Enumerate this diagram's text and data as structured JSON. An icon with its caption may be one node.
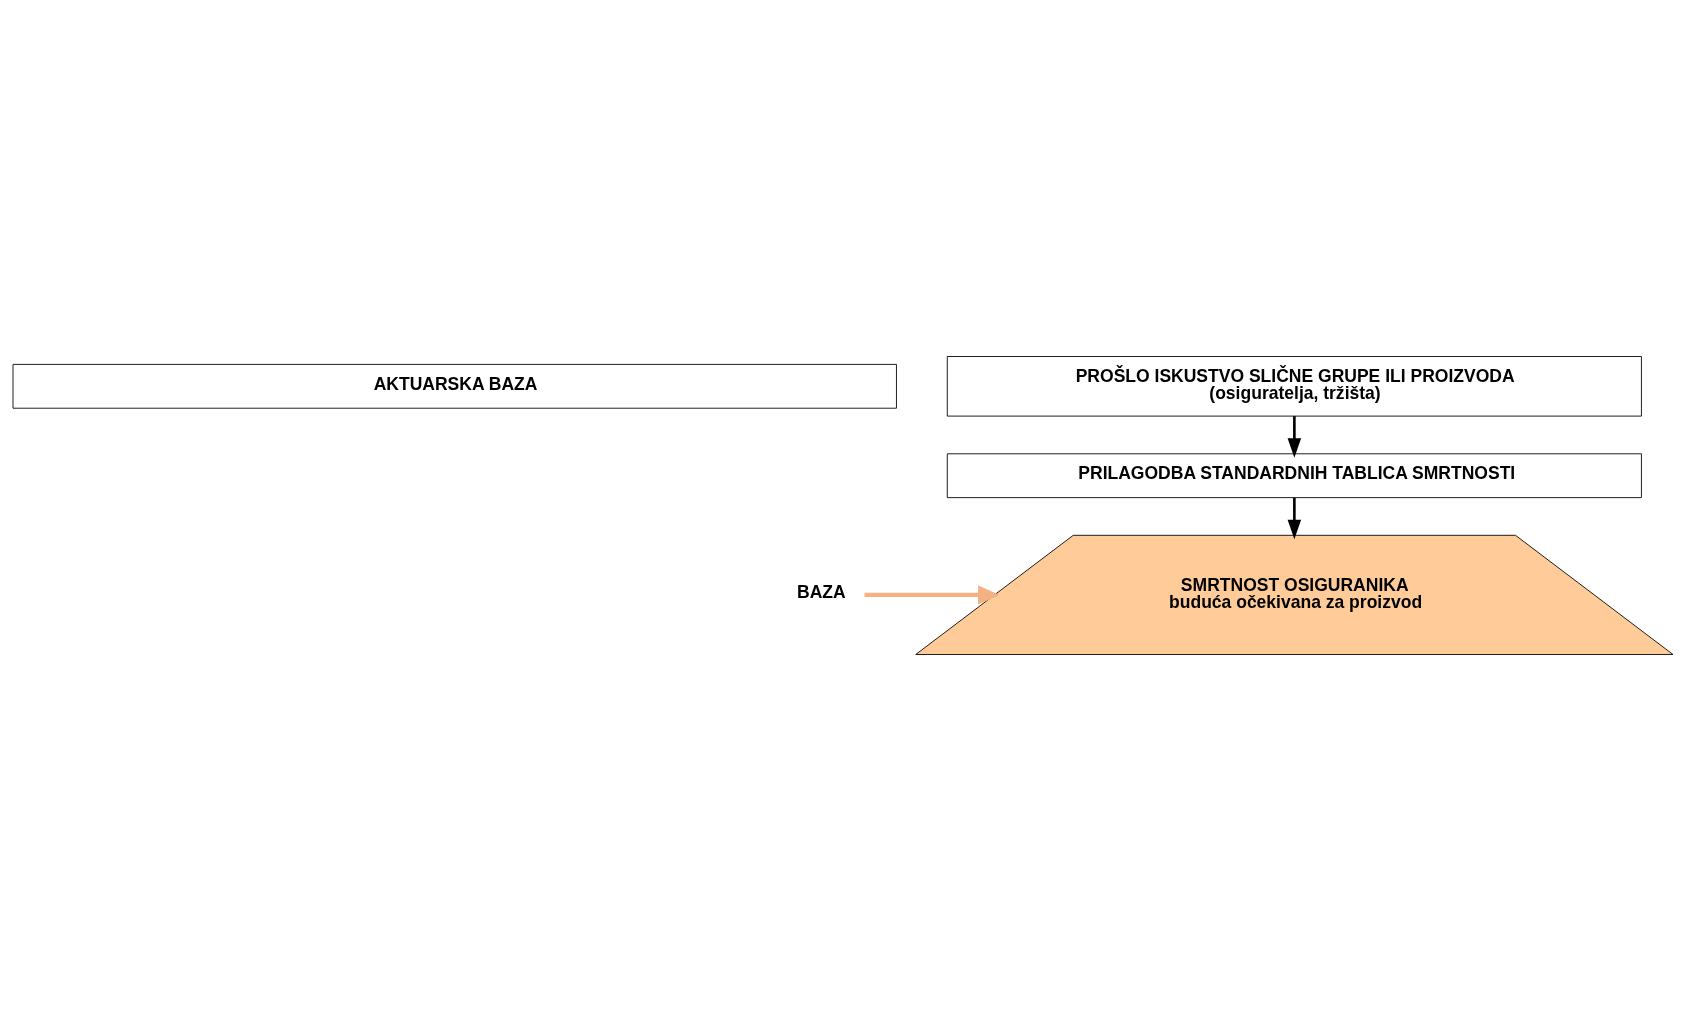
{
  "diagram": {
    "nodes": [
      {
        "text": [
          "AKTUARSKA BAZA"
        ]
      },
      {
        "text": [
          "PROŠLO ISKUSTVO SLIČNE GRUPE ILI PROIZVODA",
          "(osiguratelja, tržišta)"
        ]
      },
      {
        "text": [
          "PRILAGODBA STANDARDNIH TABLICA SMRTNOSTI"
        ]
      },
      {
        "text": [
          "SMRTNOST OSIGURANIKA",
          "buduća očekivana za proizvod"
        ]
      },
      {
        "text": [
          "BAZA"
        ]
      }
    ],
    "edges": [
      {
        "from": 1,
        "to": 2,
        "arrow": "to"
      },
      {
        "from": 2,
        "to": 3,
        "arrow": "to"
      },
      {
        "from": 4,
        "to": 3,
        "arrow": "to",
        "color": "#f4b183"
      }
    ]
  }
}
